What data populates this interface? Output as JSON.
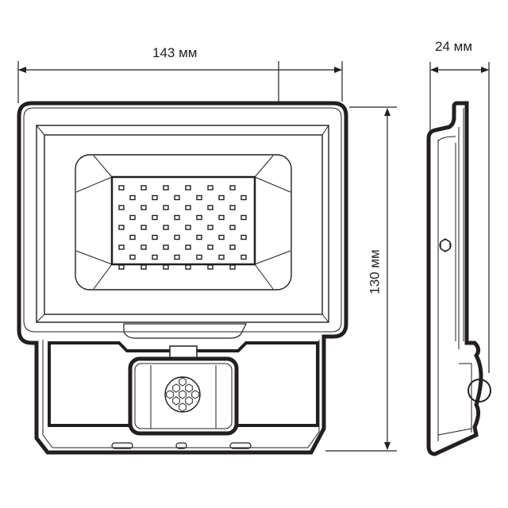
{
  "diagram": {
    "subject": "LED floodlight with motion sensor — dimensional drawing",
    "views": [
      "front-view",
      "side-view"
    ],
    "dimensions": {
      "width": {
        "value": 143,
        "unit": "мм",
        "label": "143 мм"
      },
      "height": {
        "value": 130,
        "unit": "мм",
        "label": "130 мм"
      },
      "depth": {
        "value": 24,
        "unit": "мм",
        "label": "24 мм"
      }
    },
    "led_grid": {
      "rows_odd": 5,
      "rows_even": 4,
      "per_row": 6,
      "total": 54
    },
    "colors": {
      "stroke": "#231f20",
      "background": "#ffffff"
    }
  }
}
